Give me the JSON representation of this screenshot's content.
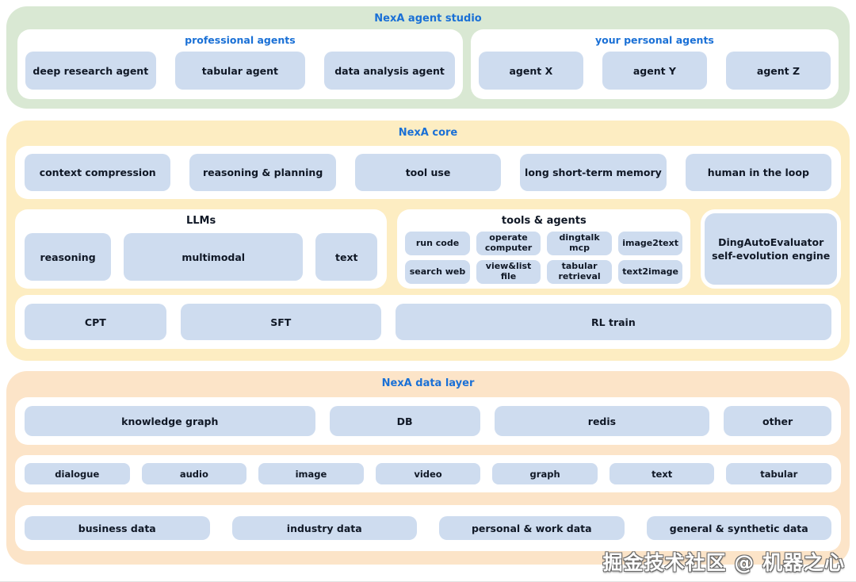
{
  "sections": {
    "studio": {
      "title": "NexA agent studio",
      "professional": {
        "title": "professional agents",
        "boxes": [
          "deep research agent",
          "tabular agent",
          "data analysis agent"
        ]
      },
      "personal": {
        "title": "your personal agents",
        "boxes": [
          "agent X",
          "agent Y",
          "agent Z"
        ]
      }
    },
    "core": {
      "title": "NexA core",
      "capabilities": [
        "context compression",
        "reasoning & planning",
        "tool use",
        "long short-term memory",
        "human in the loop"
      ],
      "llms": {
        "title": "LLMs",
        "boxes": [
          "reasoning",
          "multimodal",
          "text"
        ]
      },
      "tools": {
        "title": "tools & agents",
        "boxes": [
          "run code",
          "operate computer",
          "dingtalk mcp",
          "image2text",
          "search web",
          "view&list file",
          "tabular retrieval",
          "text2image"
        ]
      },
      "evaluator": {
        "line1": "DingAutoEvaluator",
        "line2": "self-evolution engine"
      },
      "training": [
        "CPT",
        "SFT",
        "RL train"
      ]
    },
    "data_layer": {
      "title": "NexA data layer",
      "storage": [
        "knowledge graph",
        "DB",
        "redis",
        "other"
      ],
      "modalities": [
        "dialogue",
        "audio",
        "image",
        "video",
        "graph",
        "text",
        "tabular"
      ],
      "sources": [
        "business data",
        "industry data",
        "personal & work data",
        "general & synthetic data"
      ]
    }
  },
  "watermark": "掘金技术社区 @ 机器之心",
  "colors": {
    "studio_bg": "#d9e8d3",
    "core_bg": "#fdedc2",
    "data_layer_bg": "#fce4c8",
    "box_fill": "#cedcef",
    "accent_title": "#1a70d6",
    "box_text": "#101826"
  }
}
